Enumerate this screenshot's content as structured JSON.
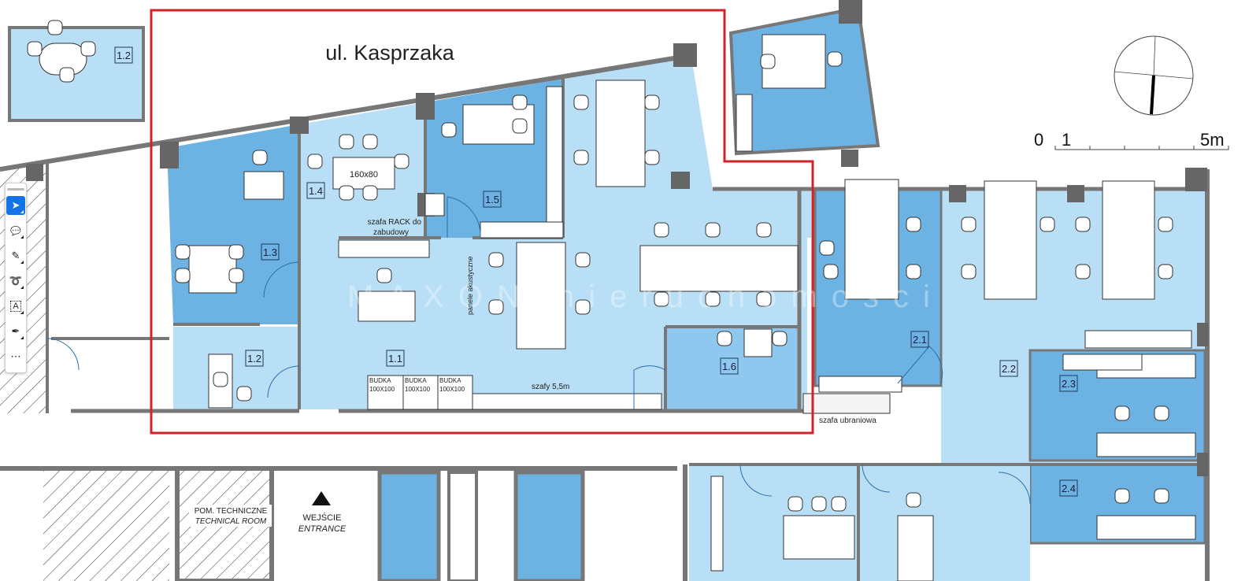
{
  "street": "ul. Kasprzaka",
  "rooms": {
    "r1_1": "1.1",
    "r1_2_top": "1.2",
    "r1_2": "1.2",
    "r1_3": "1.3",
    "r1_4": "1.4",
    "r1_5": "1.5",
    "r1_6": "1.6",
    "r2_1": "2.1",
    "r2_2": "2.2",
    "r2_3": "2.3",
    "r2_4": "2.4"
  },
  "notes": {
    "table_size": "160x80",
    "rack_line1": "szafa RACK do",
    "rack_line2": "zabudowy",
    "acoustic_panels": "panele akustyczne",
    "booth_label": "BUDKA",
    "booth_size": "100X100",
    "wardrobes": "szafy 5,5m",
    "clothes_wardrobe": "szafa ubraniowa",
    "tech_room_pl": "POM. TECHNICZNE",
    "tech_room_en": "TECHNICAL ROOM",
    "entrance_pl": "WEJŚCIE",
    "entrance_en": "ENTRANCE"
  },
  "scale": {
    "zero": "0",
    "one": "1",
    "five": "5m"
  },
  "watermark": "MAXON nieruchomości",
  "toolbar": {
    "items": [
      {
        "name": "select-tool",
        "glyph": "➤"
      },
      {
        "name": "comment-tool",
        "glyph": "💬"
      },
      {
        "name": "draw-tool",
        "glyph": "✎"
      },
      {
        "name": "lasso-tool",
        "glyph": "➰"
      },
      {
        "name": "text-tool",
        "glyph": "A"
      },
      {
        "name": "sign-tool",
        "glyph": "✒"
      },
      {
        "name": "more-tools",
        "glyph": "⋯"
      }
    ]
  },
  "colors": {
    "light_room": "#b9dff6",
    "dark_room": "#6cb3e3",
    "mid_room": "#8ec8ee",
    "outline": "#d2232a",
    "wall": "#7a7a7a"
  }
}
